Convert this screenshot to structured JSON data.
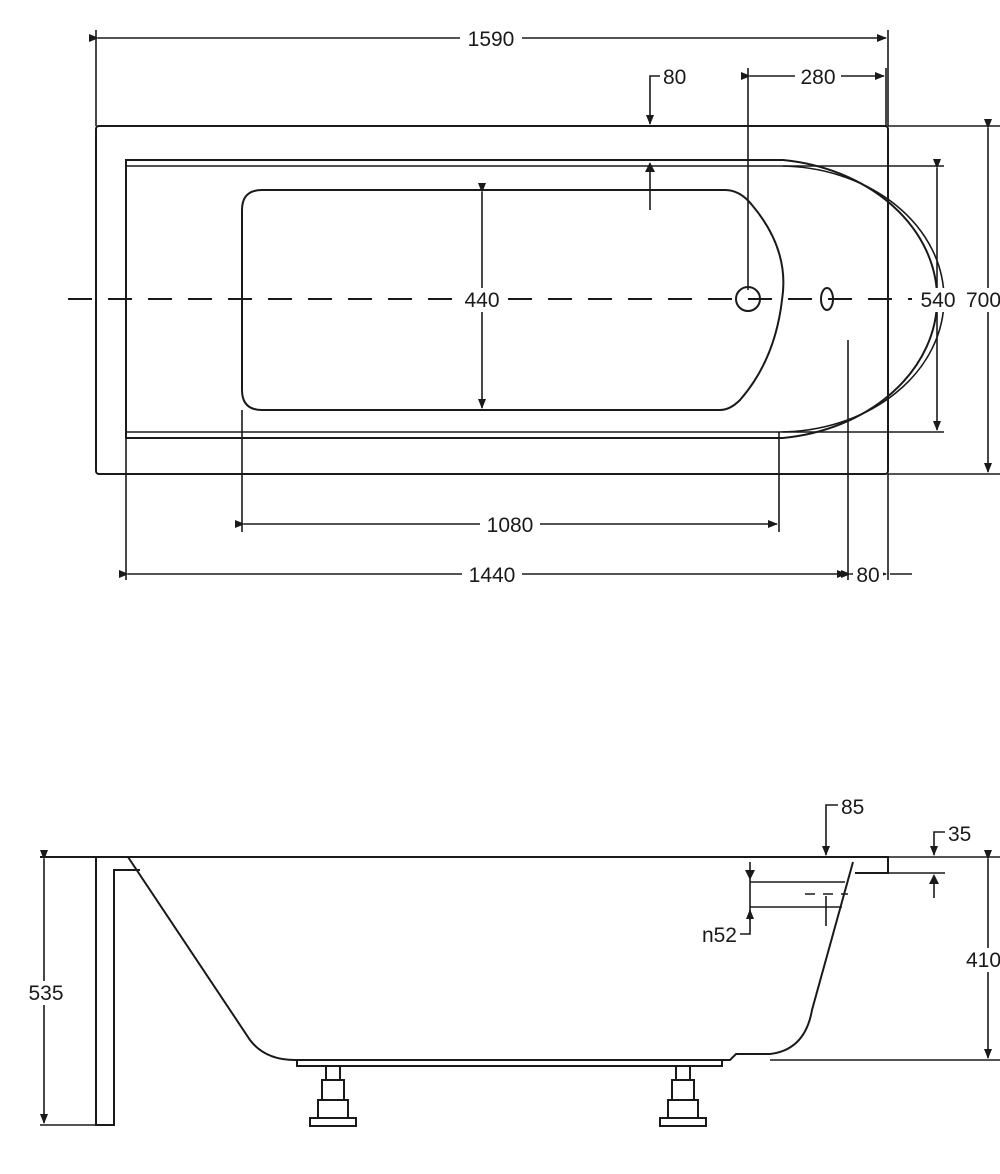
{
  "top_view": {
    "overall_length": "1590",
    "edge_offset": "80",
    "drain_offset": "280",
    "basin_width": "440",
    "inner_width": "540",
    "overall_width": "700",
    "basin_length": "1080",
    "inner_length": "1440",
    "end_offset": "80"
  },
  "side_view": {
    "rim_width": "85",
    "rim_thickness": "35",
    "overflow_diameter": "n52",
    "overall_height": "535",
    "depth": "410"
  }
}
